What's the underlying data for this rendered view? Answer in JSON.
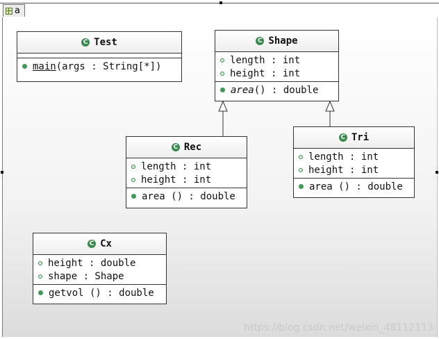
{
  "tab": {
    "label": "a"
  },
  "classes": {
    "test": {
      "name": "Test",
      "attributes": [],
      "operations": [
        {
          "name": "main",
          "signature": "(args : String[*])"
        }
      ]
    },
    "shape": {
      "name": "Shape",
      "attributes": [
        "length : int",
        "height : int"
      ],
      "operations": [
        {
          "name": "area",
          "signature": " () : double"
        }
      ]
    },
    "rec": {
      "name": "Rec",
      "attributes": [
        "length : int",
        "height : int"
      ],
      "operations": [
        {
          "name": "area () : double"
        }
      ]
    },
    "tri": {
      "name": "Tri",
      "attributes": [
        "length : int",
        "height : int"
      ],
      "operations": [
        {
          "name": "area () : double"
        }
      ]
    },
    "cx": {
      "name": "Cx",
      "attributes": [
        "height : double",
        "shape : Shape"
      ],
      "operations": [
        {
          "name": "getvol () : double"
        }
      ]
    }
  },
  "watermark": "https://blog.csdn.net/weixin_48112113"
}
